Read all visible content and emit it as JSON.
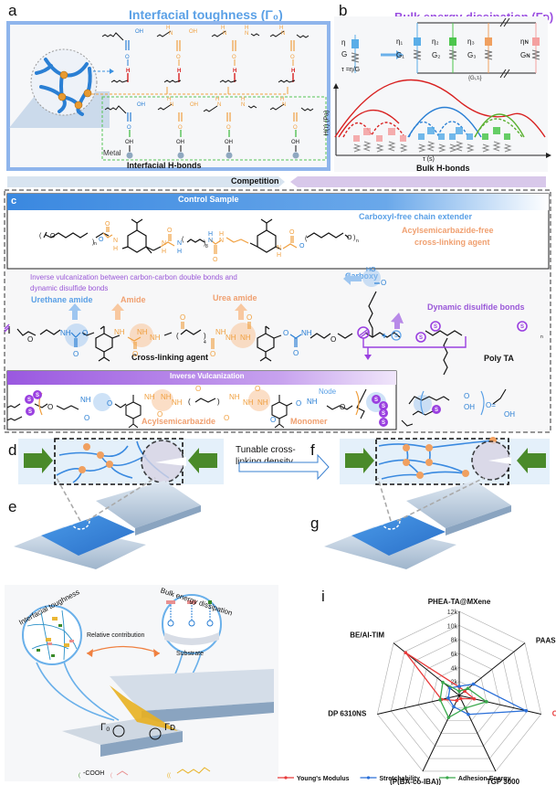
{
  "panel_a": {
    "letter": "a",
    "title": "Interfacial toughness (Γ₀)",
    "bottom_label": "Interfacial H-bonds",
    "metal_label": "Metal",
    "groups_top": [
      "COOH",
      "NH-CO-OH",
      "NH-CO-NH",
      "NH-CO"
    ],
    "oh_label": "OH",
    "h_label": "H",
    "o_label": "O"
  },
  "panel_b": {
    "letter": "b",
    "title": "Bulk energy dissipation (Γᴅ)",
    "single_eta": "η",
    "single_g": "G",
    "tau_formula": "τ =η/G",
    "elements": [
      {
        "eta": "η₁",
        "g": "G₁",
        "color": "#5aaee8"
      },
      {
        "eta": "η₂",
        "g": "G₂",
        "color": "#4cc64c"
      },
      {
        "eta": "η₃",
        "g": "G₃",
        "color": "#f0a060"
      },
      {
        "eta": "ηɴ",
        "g": "Gɴ",
        "color": "#f4a0a0"
      }
    ],
    "set_label": "{Gᵢ,τᵢ}",
    "y_axis": "H(τ) (Pa)",
    "x_axis": "τ (s)",
    "bottom_label": "Bulk H-bonds"
  },
  "competition_label": "Competition",
  "panel_c": {
    "letter": "c",
    "control_header": "Control Sample",
    "control_note_1": "Carboxyl-free chain extender",
    "control_note_2a": "Acylsemicarbazide-free",
    "control_note_2b": "cross-linking agent",
    "inverse_note_1": "Inverse vulcanization between carbon-carbon double bonds and",
    "inverse_note_2": "dynamic disulfide bonds",
    "label_urethane": "Urethane amide",
    "label_amide": "Amide",
    "label_urea": "Urea amide",
    "label_carboxy": "Carboxy",
    "label_disulfide": "Dynamic disulfide bonds",
    "label_crosslinker": "Cross-linking agent",
    "label_polyta": "Poly TA",
    "inverse_header": "Inverse Vulcanization",
    "label_acyl": "Acylsemicarbazide",
    "label_monomer": "Monomer",
    "label_node": "Node",
    "sub_n": "n",
    "sub_8": "8",
    "sub_4": "4",
    "atom_s": "S",
    "atom_o": "O",
    "atom_nh": "NH",
    "atom_oh": "OH",
    "atom_ho": "HO",
    "atom_h": "H",
    "atom_n": "N"
  },
  "panel_d": {
    "letter": "d"
  },
  "panel_e": {
    "letter": "e"
  },
  "panel_f": {
    "letter": "f"
  },
  "panel_g": {
    "letter": "g"
  },
  "tunable_label_1": "Tunable cross-",
  "tunable_label_2": "linking density",
  "panel_h": {
    "letter": "h",
    "left_circle_label": "Interfacial toughness",
    "right_circle_label": "Bulk energy dissipation",
    "relative_label": "Relative contribution",
    "substrate_label": "Substrate",
    "gamma0": "Γ₀",
    "gammaD": "Γᴅ",
    "legend_cooh": "-COOH"
  },
  "panel_i": {
    "letter": "i"
  },
  "chart_data": {
    "type": "radar",
    "title": "",
    "axes": [
      "PHEA-TA@MXene",
      "PAAS",
      "Our Work",
      "TGP 3000",
      "(P(BA-co-IBA))",
      "DP 6310NS",
      "BE/AI-TIM"
    ],
    "highlight_axis": "Our Work",
    "highlight_color": "#e83a3a",
    "radial_ticks": [
      "2k",
      "4k",
      "6k",
      "8k",
      "10k",
      "12k"
    ],
    "radial_range": [
      0,
      12000
    ],
    "grid": true,
    "legend_position": "bottom",
    "series": [
      {
        "name": "Young's Modulus",
        "color": "#e83a3a",
        "values": [
          1200,
          1000,
          2200,
          500,
          800,
          2600,
          9800
        ]
      },
      {
        "name": "Stretchability",
        "color": "#2a6fd8",
        "values": [
          1300,
          2600,
          9800,
          3000,
          1800,
          1600,
          1700
        ]
      },
      {
        "name": "Adhesion Energy",
        "color": "#3aa84c",
        "values": [
          600,
          1600,
          4000,
          2000,
          3500,
          2800,
          3000
        ]
      }
    ]
  }
}
